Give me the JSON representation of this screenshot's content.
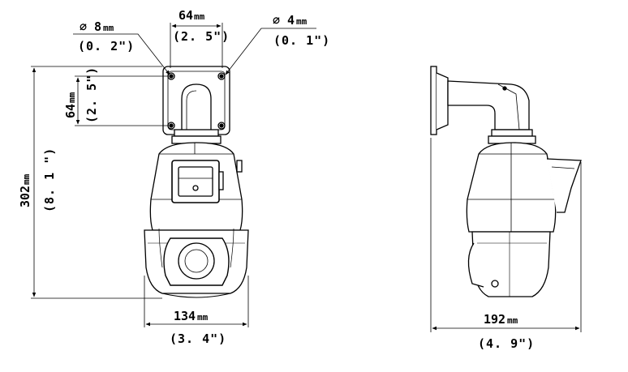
{
  "front_view": {
    "hole_large": {
      "symbol": "⌀",
      "value": "8",
      "unit": "mm",
      "imperial": "(0. 2\")"
    },
    "hole_small": {
      "symbol": "⌀",
      "value": "4",
      "unit": "mm",
      "imperial": "(0. 1\")"
    },
    "mount_width": {
      "value": "64",
      "unit": "mm",
      "imperial": "(2. 5\")"
    },
    "mount_height": {
      "value": "64",
      "unit": "mm",
      "imperial": "(2. 5\")"
    },
    "total_height": {
      "value": "302",
      "unit": "mm",
      "imperial": "(8. 1 \")"
    },
    "body_width": {
      "value": "134",
      "unit": "mm",
      "imperial": "(3. 4\")"
    }
  },
  "side_view": {
    "total_depth": {
      "value": "192",
      "unit": "mm",
      "imperial": "(4. 9\")"
    }
  }
}
